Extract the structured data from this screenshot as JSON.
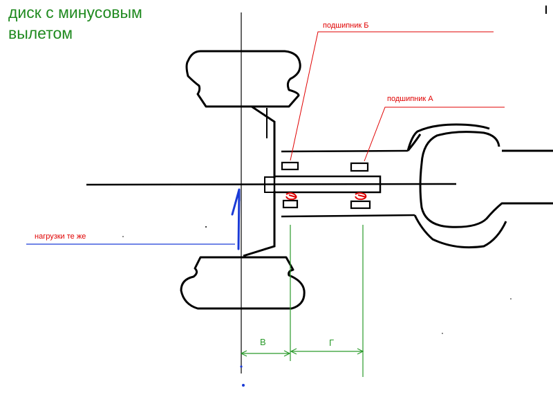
{
  "title_line1": "диск с минусовым",
  "title_line2": "вылетом",
  "label_bearing_b": "подшипник Б",
  "label_bearing_a": "подшипник А",
  "label_loads": "нагрузки те же",
  "dim_v": "В",
  "dim_g": "Г",
  "colors": {
    "drawing": "#000000",
    "title": "#1f8a1f",
    "leader": "#e00000",
    "load": "#1a3ad6",
    "dimension": "#2a9a2a"
  }
}
